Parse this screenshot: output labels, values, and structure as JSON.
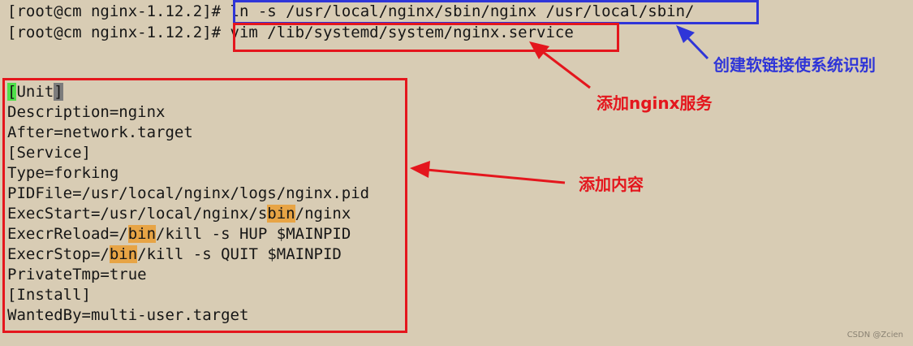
{
  "terminal": {
    "prompt": "[root@cm nginx-1.12.2]#",
    "commands": [
      " ln -s /usr/local/nginx/sbin/nginx /usr/local/sbin/",
      " vim /lib/systemd/system/nginx.service"
    ]
  },
  "service_file": {
    "unit_open": "[",
    "unit_word": "Unit",
    "unit_close": "]",
    "description": "Description=nginx",
    "after": "After=network.target",
    "service_section": "[Service]",
    "type": "Type=forking",
    "pidfile": "PIDFile=/usr/local/nginx/logs/nginx.pid",
    "execstart_prefix": "ExecStart=/usr/local/nginx/s",
    "execstart_hl": "bin",
    "execstart_suffix": "/nginx",
    "execreload_prefix": "ExecrReload=/",
    "execreload_hl": "bin",
    "execreload_suffix": "/kill -s HUP $MAINPID",
    "execstop_prefix": "ExecrStop=/",
    "execstop_hl": "bin",
    "execstop_suffix": "/kill -s QUIT $MAINPID",
    "privatetmp": "PrivateTmp=true",
    "install_section": "[Install]",
    "wantedby": "WantedBy=multi-user.target"
  },
  "annotations": {
    "symlink": "创建软链接使系统识别",
    "add_service": "添加nginx服务",
    "add_content": "添加内容"
  },
  "watermark": "CSDN @Zcien",
  "colors": {
    "background": "#d8ccb4",
    "blue": "#2f35d8",
    "red": "#e4161d",
    "highlight": "#e7a445",
    "cursor": "#4fe04a"
  }
}
